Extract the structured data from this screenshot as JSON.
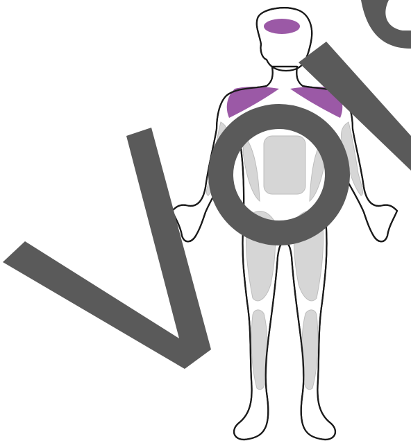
{
  "illustration": {
    "subject": "anatomy-figure-front",
    "highlighted_regions": [
      "forehead",
      "pectoral-muscles"
    ]
  },
  "colors": {
    "background": "#ffffff",
    "body_fill": "#ffffff",
    "body_outline": "#1a1a1a",
    "muscle_fill": "#d6d6d6",
    "muscle_line": "#bdbdbd",
    "highlight": "#9b59a6",
    "watermark": "#5a5a5a"
  },
  "watermark": {
    "text": "vor",
    "opacity": 1
  }
}
